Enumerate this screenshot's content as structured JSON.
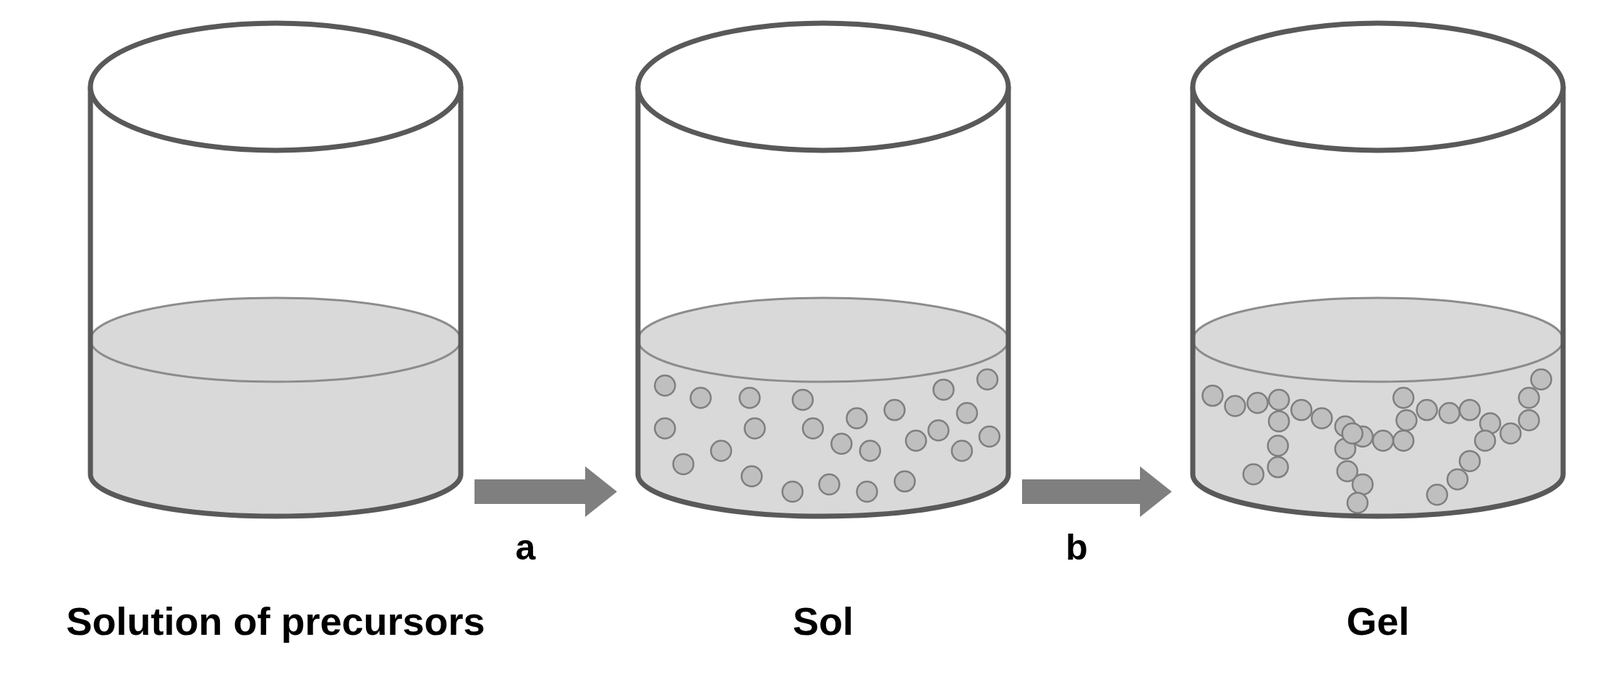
{
  "diagram": {
    "nodes": [
      {
        "text": [
          "Solution of precursors"
        ]
      },
      {
        "text": [
          "Sol"
        ]
      },
      {
        "text": [
          "Gel"
        ]
      }
    ],
    "edges": [
      {
        "from": 0,
        "to": 1,
        "label": "a",
        "arrow": "to"
      },
      {
        "from": 1,
        "to": 2,
        "label": "b",
        "arrow": "to"
      }
    ]
  }
}
